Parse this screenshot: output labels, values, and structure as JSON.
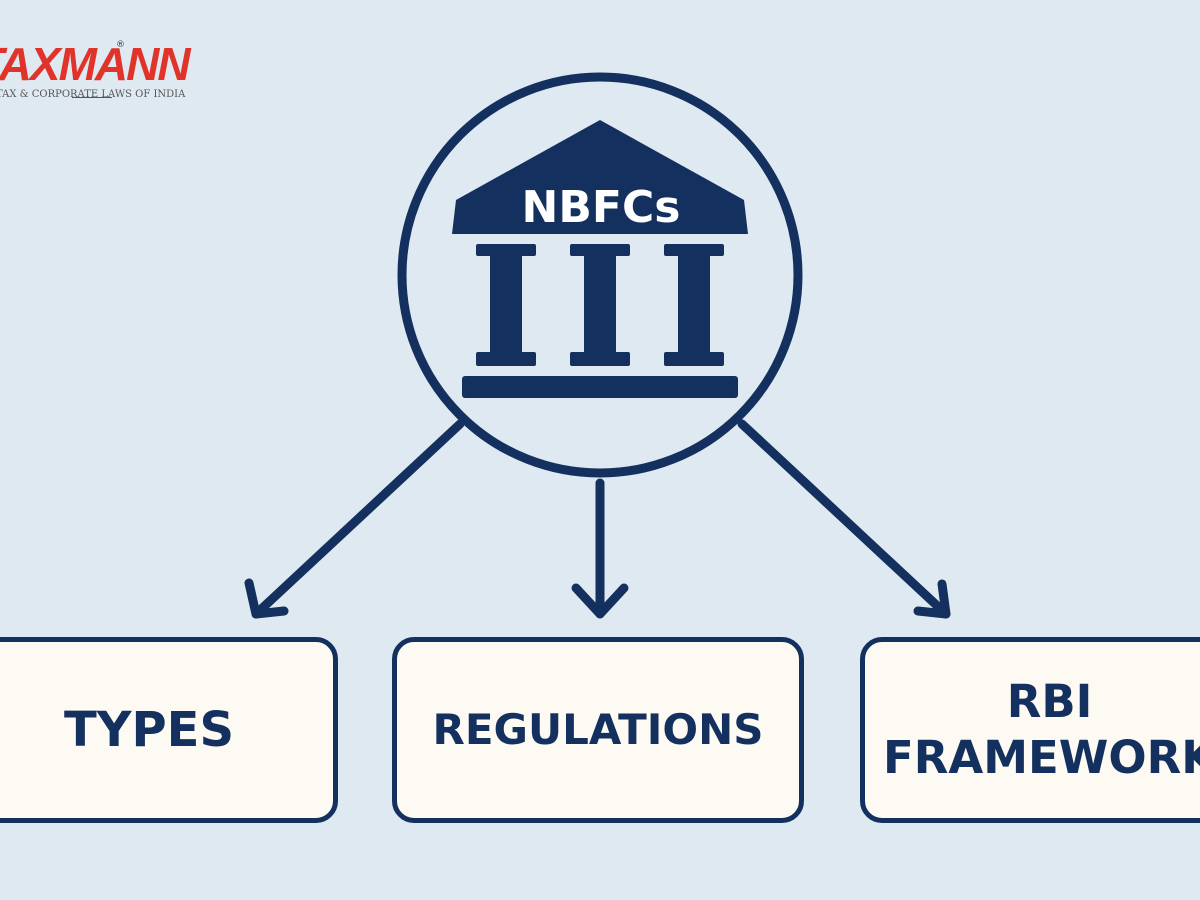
{
  "brand": {
    "logo_text": "TAXMANN",
    "registered_mark": "®",
    "tagline": "TAX & CORPORATE LAWS OF INDIA",
    "color": "#e0342a"
  },
  "diagram": {
    "hub": {
      "label": "NBFCs",
      "icon": "bank-building-icon"
    },
    "branches": [
      {
        "label": "TYPES"
      },
      {
        "label": "REGULATIONS"
      },
      {
        "label_line1": "RBI",
        "label_line2": "FRAMEWORK"
      }
    ],
    "colors": {
      "ink": "#14305e",
      "box_fill": "#fdfaf3",
      "background": "#dfe9f2"
    }
  }
}
